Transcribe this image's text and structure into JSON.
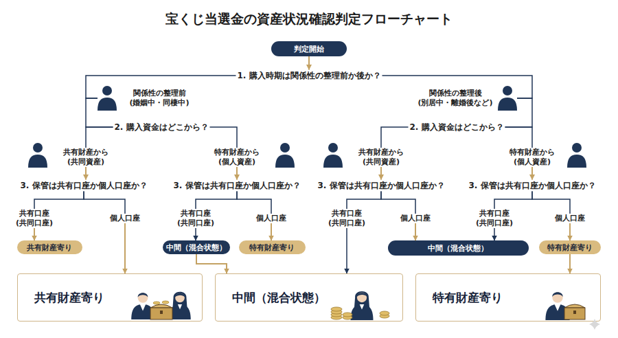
{
  "diagram": {
    "title": "宝くじ当選金の資産状況確認判定フローチャート",
    "nodes": [
      {
        "text": [
          "判定開始"
        ]
      },
      {
        "text": [
          "1. 購入時期は関係性の整理前か後か？"
        ]
      },
      {
        "text": [
          "関係性の整理前 (婚姻中・同棲中)"
        ]
      },
      {
        "text": [
          "関係性の整理後 (別居中・離婚後など)"
        ]
      },
      {
        "text": [
          "2. 購入資金はどこから？"
        ]
      },
      {
        "text": [
          "2. 購入資金はどこから？"
        ]
      },
      {
        "text": [
          "共有財産から (共同資産)"
        ]
      },
      {
        "text": [
          "特有財産から (個人資産)"
        ]
      },
      {
        "text": [
          "共有財産から (共同資産)"
        ]
      },
      {
        "text": [
          "特有財産から (個人資産)"
        ]
      },
      {
        "text": [
          "3. 保管は共有口座か個人口座か？"
        ]
      },
      {
        "text": [
          "3. 保管は共有口座か個人口座か？"
        ]
      },
      {
        "text": [
          "3. 保管は共有口座か個人口座か？"
        ]
      },
      {
        "text": [
          "3. 保管は共有口座か個人口座か？"
        ]
      },
      {
        "text": [
          "共有口座 (共同口座)"
        ]
      },
      {
        "text": [
          "個人口座"
        ]
      },
      {
        "text": [
          "共有口座 (共同口座)"
        ]
      },
      {
        "text": [
          "個人口座"
        ]
      },
      {
        "text": [
          "共有口座 (共同口座)"
        ]
      },
      {
        "text": [
          "個人口座"
        ]
      },
      {
        "text": [
          "共有口座 (共同口座)"
        ]
      },
      {
        "text": [
          "個人口座"
        ]
      },
      {
        "text": [
          "共有財産寄り"
        ]
      },
      {
        "text": [
          "中間（混合状態）"
        ]
      },
      {
        "text": [
          "特有財産寄り"
        ]
      },
      {
        "text": [
          "中間（混合状態）"
        ]
      },
      {
        "text": [
          "特有財産寄り"
        ]
      },
      {
        "text": [
          "共有財産寄り"
        ]
      },
      {
        "text": [
          "中間（混合状態）"
        ]
      },
      {
        "text": [
          "特有財産寄り"
        ]
      }
    ],
    "edges": [
      {
        "from": 0,
        "to": 1,
        "arrow": "to"
      },
      {
        "from": 1,
        "to": 2,
        "arrow": "none"
      },
      {
        "from": 1,
        "to": 3,
        "arrow": "none"
      },
      {
        "from": 2,
        "to": 4,
        "arrow": "none"
      },
      {
        "from": 3,
        "to": 5,
        "arrow": "none"
      },
      {
        "from": 4,
        "to": 6,
        "arrow": "none"
      },
      {
        "from": 4,
        "to": 7,
        "arrow": "none"
      },
      {
        "from": 5,
        "to": 8,
        "arrow": "none"
      },
      {
        "from": 5,
        "to": 9,
        "arrow": "none"
      },
      {
        "from": 6,
        "to": 10,
        "arrow": "to"
      },
      {
        "from": 7,
        "to": 11,
        "arrow": "to"
      },
      {
        "from": 8,
        "to": 12,
        "arrow": "to"
      },
      {
        "from": 9,
        "to": 13,
        "arrow": "to"
      },
      {
        "from": 10,
        "to": 14,
        "arrow": "none"
      },
      {
        "from": 10,
        "to": 15,
        "arrow": "none"
      },
      {
        "from": 11,
        "to": 16,
        "arrow": "none"
      },
      {
        "from": 11,
        "to": 17,
        "arrow": "none"
      },
      {
        "from": 12,
        "to": 18,
        "arrow": "none"
      },
      {
        "from": 12,
        "to": 19,
        "arrow": "none"
      },
      {
        "from": 13,
        "to": 20,
        "arrow": "none"
      },
      {
        "from": 13,
        "to": 21,
        "arrow": "none"
      },
      {
        "from": 14,
        "to": 22,
        "arrow": "to"
      },
      {
        "from": 15,
        "to": 27,
        "arrow": "to"
      },
      {
        "from": 16,
        "to": 23,
        "arrow": "to"
      },
      {
        "from": 17,
        "to": 24,
        "arrow": "to"
      },
      {
        "from": 18,
        "to": 28,
        "arrow": "to"
      },
      {
        "from": 19,
        "to": 25,
        "arrow": "to"
      },
      {
        "from": 20,
        "to": 25,
        "arrow": "to"
      },
      {
        "from": 21,
        "to": 26,
        "arrow": "to"
      },
      {
        "from": 23,
        "to": 28,
        "arrow": "to"
      },
      {
        "from": 26,
        "to": 29,
        "arrow": "to"
      }
    ]
  }
}
